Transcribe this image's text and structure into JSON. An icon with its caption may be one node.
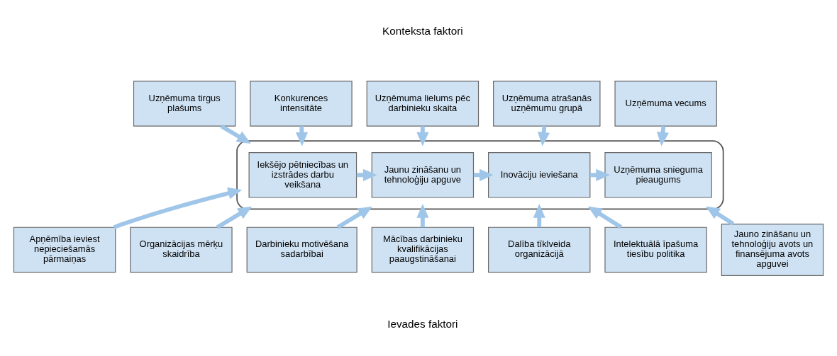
{
  "diagram": {
    "nodes": [
      {
        "text": [
          "Uzņēmuma tirgus plašums"
        ]
      },
      {
        "text": [
          "Konkurences intensitāte"
        ]
      },
      {
        "text": [
          "Uzņēmuma lielums pēc darbinieku skaita"
        ]
      },
      {
        "text": [
          "Uzņēmuma atrašanās uzņēmumu grupā"
        ]
      },
      {
        "text": [
          "Uzņēmuma vecums"
        ]
      },
      {
        "text": [],
        "shape": "box"
      },
      {
        "text": [
          "Iekšējo pētniecības un izstrādes darbu veikšana"
        ],
        "in": 5
      },
      {
        "text": [
          "Jaunu zināšanu un tehnoloģiju apguve"
        ],
        "in": 5
      },
      {
        "text": [
          "Inovāciju ieviešana"
        ],
        "in": 5
      },
      {
        "text": [
          "Uzņēmuma snieguma pieaugums"
        ],
        "in": 5
      },
      {
        "text": [
          "Apņēmība ieviest nepieciešamās pārmaiņas"
        ]
      },
      {
        "text": [
          "Organizācijas mērķu skaidrība"
        ]
      },
      {
        "text": [
          "Darbinieku motivēšana sadarbībai"
        ]
      },
      {
        "text": [
          "Mācības darbinieku kvalifikācijas paaugstināšanai"
        ]
      },
      {
        "text": [
          "Dalība tīklveida organizācijā"
        ]
      },
      {
        "text": [
          "Intelektuālā īpašuma tiesību politika"
        ]
      },
      {
        "text": [
          "Jauno zināšanu un tehnoloģiju avots un finansējuma avots apguvei"
        ]
      }
    ],
    "edges": [
      {
        "from": 0,
        "to": 5,
        "arrow": "to"
      },
      {
        "from": 1,
        "to": 5,
        "arrow": "to"
      },
      {
        "from": 2,
        "to": 5,
        "arrow": "to"
      },
      {
        "from": 3,
        "to": 5,
        "arrow": "to"
      },
      {
        "from": 4,
        "to": 5,
        "arrow": "to"
      },
      {
        "from": 6,
        "to": 7,
        "arrow": "to"
      },
      {
        "from": 7,
        "to": 8,
        "arrow": "to"
      },
      {
        "from": 8,
        "to": 9,
        "arrow": "to"
      },
      {
        "from": 10,
        "to": 5,
        "arrow": "to"
      },
      {
        "from": 11,
        "to": 5,
        "arrow": "to"
      },
      {
        "from": 12,
        "to": 5,
        "arrow": "to"
      },
      {
        "from": 13,
        "to": 5,
        "arrow": "to"
      },
      {
        "from": 14,
        "to": 5,
        "arrow": "to"
      },
      {
        "from": 15,
        "to": 5,
        "arrow": "to"
      },
      {
        "from": 16,
        "to": 5,
        "arrow": "to"
      }
    ],
    "labels": [
      "Konteksta faktori",
      "Ievades faktori"
    ]
  }
}
